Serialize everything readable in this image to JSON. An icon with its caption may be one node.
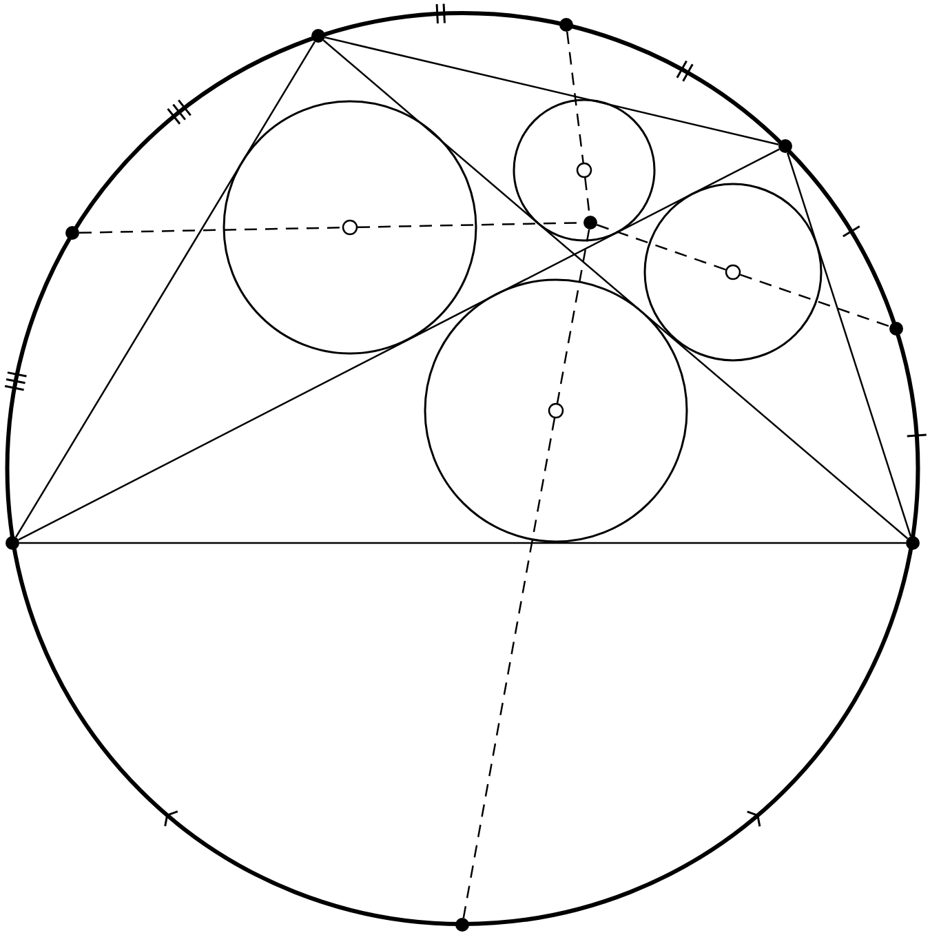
{
  "diagram": {
    "nodes": [
      {
        "text": [],
        "shape": "dot"
      },
      {
        "text": [],
        "shape": "dot"
      },
      {
        "text": [],
        "shape": "dot"
      },
      {
        "text": [],
        "shape": "circle"
      },
      {
        "text": [],
        "shape": "dot"
      },
      {
        "text": [],
        "shape": "circle"
      },
      {
        "text": [],
        "shape": "dot"
      },
      {
        "text": [],
        "shape": "circle"
      },
      {
        "text": [],
        "shape": "dot"
      },
      {
        "text": [],
        "shape": "circle"
      },
      {
        "text": [],
        "shape": "dot"
      },
      {
        "text": [],
        "shape": "dot"
      },
      {
        "text": [],
        "shape": "dot"
      }
    ],
    "edges": [
      {
        "from": 1,
        "to": 2,
        "arrow": "none"
      },
      {
        "from": 2,
        "to": 11,
        "arrow": "none"
      },
      {
        "from": 11,
        "to": 10,
        "arrow": "none"
      },
      {
        "from": 10,
        "to": 1,
        "arrow": "none"
      },
      {
        "from": 1,
        "to": 11,
        "arrow": "none"
      },
      {
        "from": 2,
        "to": 10,
        "arrow": "none"
      },
      {
        "from": 0,
        "to": 3,
        "arrow": "none",
        "style": "dashed"
      },
      {
        "from": 3,
        "to": 4,
        "arrow": "none",
        "style": "dashed"
      },
      {
        "from": 4,
        "to": 9,
        "arrow": "none",
        "style": "dashed"
      },
      {
        "from": 9,
        "to": 12,
        "arrow": "none",
        "style": "dashed"
      },
      {
        "from": 6,
        "to": 5,
        "arrow": "none",
        "style": "dashed"
      },
      {
        "from": 5,
        "to": 4,
        "arrow": "none",
        "style": "dashed"
      },
      {
        "from": 4,
        "to": 7,
        "arrow": "none",
        "style": "dashed"
      },
      {
        "from": 7,
        "to": 8,
        "arrow": "none",
        "style": "dashed"
      }
    ]
  }
}
